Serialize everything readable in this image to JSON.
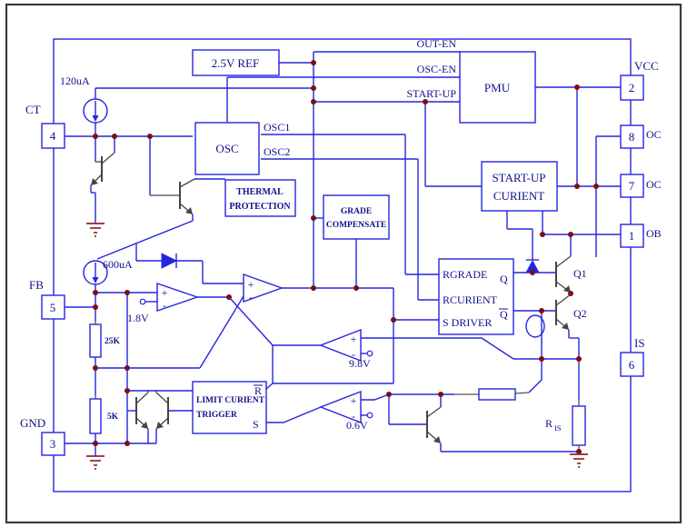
{
  "blocks": {
    "ref": "2.5V  REF",
    "pmu": "PMU",
    "osc": "OSC",
    "thermal1": "THERMAL",
    "thermal2": "PROTECTION",
    "grade1": "GRADE",
    "grade2": "COMPENSATE",
    "startup1": "START-UP",
    "startup2": "CURIENT",
    "driver1": "RGRADE",
    "driver2": "RCURIENT",
    "driver3": "S DRIVER",
    "driver_q": "Q",
    "driver_qb": "Q",
    "trigger1": "LIMIT CURIENT",
    "trigger2": "TRIGGER",
    "trigger_r": "R",
    "trigger_s": "S"
  },
  "signals": {
    "out_en": "OUT-EN",
    "osc_en": "OSC-EN",
    "start_up": "START-UP",
    "osc1": "OSC1",
    "osc2": "OSC2"
  },
  "pins": {
    "ct": {
      "num": "4",
      "name": "CT"
    },
    "fb": {
      "num": "5",
      "name": "FB"
    },
    "gnd": {
      "num": "3",
      "name": "GND"
    },
    "vcc": {
      "num": "2",
      "name": "VCC"
    },
    "oc8": {
      "num": "8",
      "name": "OC"
    },
    "oc7": {
      "num": "7",
      "name": "OC"
    },
    "ob": {
      "num": "1",
      "name": "OB"
    },
    "is": {
      "num": "6",
      "name": "IS"
    }
  },
  "values": {
    "i_ct": "120uA",
    "i_fb": "600uA",
    "v_1": "1.8V",
    "v_2": "9.8V",
    "v_3": "0.6V",
    "r_top": "25K",
    "r_bot": "5K",
    "r_is_main": "R",
    "r_is_sub": "IS"
  },
  "transistors": {
    "q1": "Q1",
    "q2": "Q2"
  },
  "marks": {
    "plus": "+",
    "minus": "-"
  },
  "colors": {
    "wire": "#2525e0",
    "text": "#10108c",
    "junction": "#7a1010",
    "ground": "#8b2a2a",
    "symbol": "#454545"
  }
}
